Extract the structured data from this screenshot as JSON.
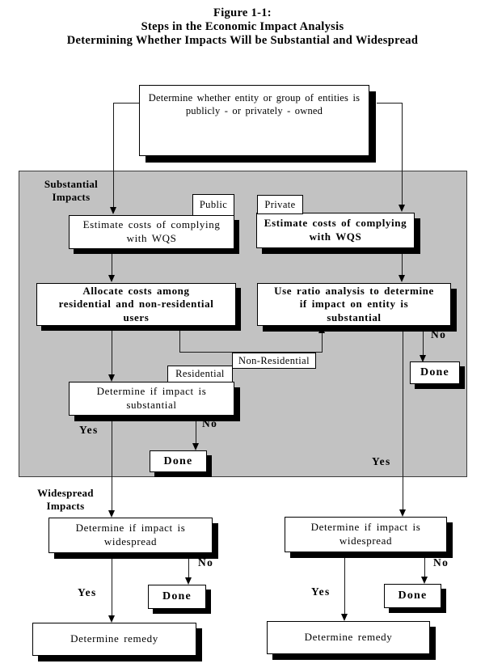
{
  "figure": {
    "title_line1": "Figure 1-1:",
    "title_line2": "Steps in the Economic Impact Analysis",
    "title_line3": "Determining Whether Impacts Will be Substantial and Widespread"
  },
  "sections": {
    "substantial": "Substantial\nImpacts",
    "widespread": "Widespread\nImpacts"
  },
  "boxes": {
    "root": "Determine whether entity or group of entities is\npublicly - or privately - owned",
    "estimate_public": "Estimate costs of complying\nwith WQS",
    "estimate_private": "Estimate costs of complying\nwith WQS",
    "allocate": "Allocate costs among\nresidential and non-residential\nusers",
    "ratio": "Use ratio analysis to determine\nif impact on entity is\nsubstantial",
    "substantial": "Determine if impact is\nsubstantial",
    "widespread": "Determine if impact is\nwidespread",
    "remedy": "Determine remedy",
    "done": "Done"
  },
  "tags": {
    "public": "Public",
    "private": "Private",
    "residential": "Residential",
    "non_residential": "Non-Residential"
  },
  "branches": {
    "yes": "Yes",
    "no": "No"
  },
  "colors": {
    "panel_gray": "#c2c2c2",
    "box_fill": "#ffffff",
    "line_black": "#000000"
  }
}
